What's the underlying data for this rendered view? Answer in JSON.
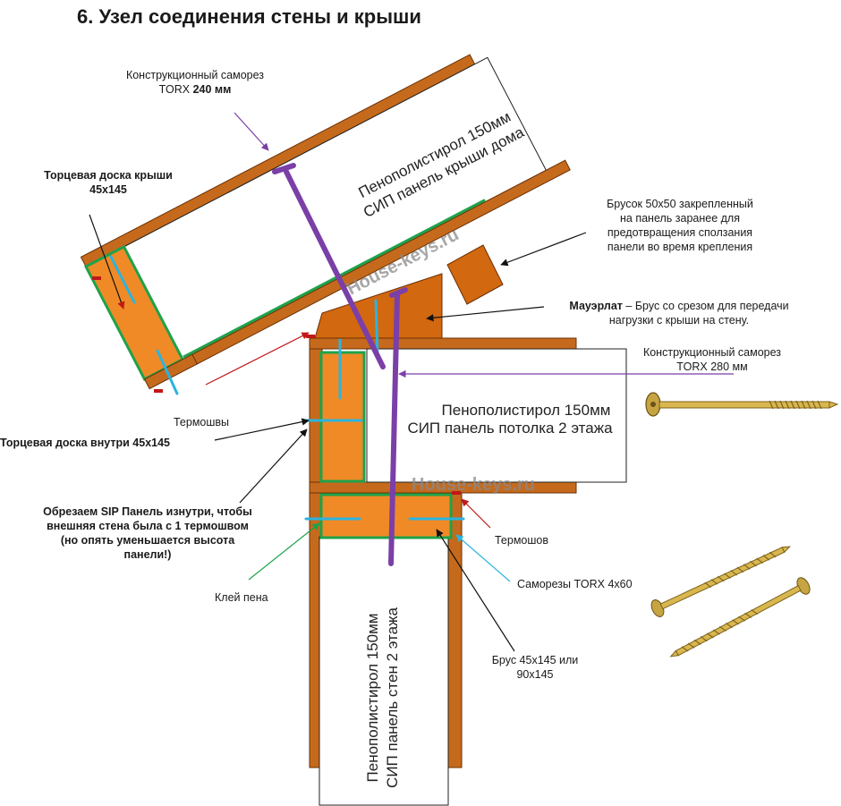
{
  "title": "6. Узел соединения стены и крыши",
  "roof_panel": {
    "line1": "Пенополистирол 150мм",
    "line2": "СИП панель крыши дома"
  },
  "ceiling_panel": {
    "line1": "Пенополистирол 150мм",
    "line2": "СИП панель потолка 2 этажа"
  },
  "wall_panel": {
    "line1": "Пенополистирол 150мм",
    "line2": "СИП панель стен 2 этажа"
  },
  "watermark": "House-keys.ru",
  "labels": {
    "screw_240": {
      "line1": "Конструкционный саморез",
      "line2_prefix": "TORX ",
      "line2_bold": "240 мм"
    },
    "roof_end_board": {
      "line1": "Торцевая доска крыши",
      "line2": "45х145"
    },
    "bar_50": {
      "line1": "Брусок 50х50 закрепленный",
      "line2": "на панель заранее для",
      "line3": "предотвращения сползания",
      "line4": "панели во время крепления"
    },
    "mauerlat": {
      "bold": "Мауэрлат",
      "rest": " – Брус со срезом для передачи",
      "line2": "нагрузки с крыши на стену."
    },
    "screw_280": {
      "line1": "Конструкционный саморез",
      "line2": "TORX 280 мм"
    },
    "thermal_seams": "Термошвы",
    "inner_end_board": "Торцевая доска внутри 45х145",
    "cut_sip": {
      "line1": "Обрезаем SIP Панель изнутри, чтобы",
      "line2": "внешняя стена была с 1 термошвом",
      "line3": "(но опять уменьшается высота",
      "line4": "панели!)"
    },
    "thermal_seam": "Термошов",
    "foam_glue": "Клей пена",
    "screws_4x60": "Саморезы TORX 4х60",
    "beam": {
      "line1": "Брус 45х145 или",
      "line2": "90х145"
    }
  },
  "colors": {
    "osb": "#c56a1c",
    "osb_edge": "#6b3106",
    "timber": "#f08a26",
    "timber_dark": "#d2680f",
    "glue": "#1ea24a",
    "screw_small": "#2ab4e0",
    "screw_long": "#7b3fa8",
    "foam": "#ffffff",
    "leader": "#111111"
  }
}
